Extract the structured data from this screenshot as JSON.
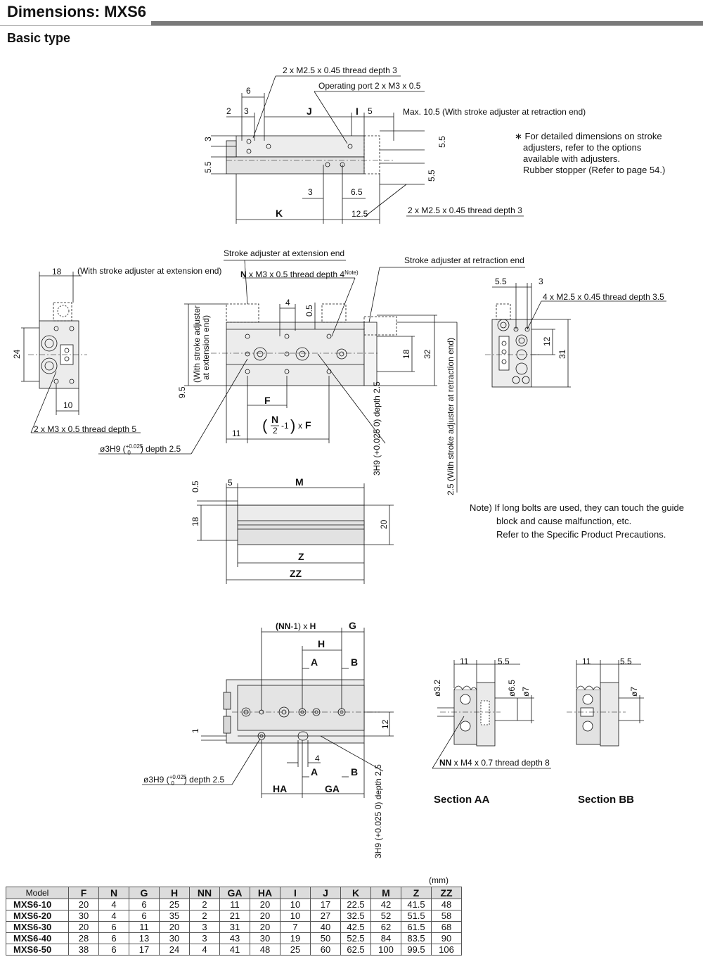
{
  "header": {
    "title": "Dimensions: MXS6",
    "subtitle": "Basic type"
  },
  "top_view": {
    "l_thread_top": "2 x M2.5 x 0.45 thread depth 3",
    "l_port": "Operating port 2 x M3 x 0.5",
    "l_6": "6",
    "l_2": "2",
    "l_3": "3",
    "l_J": "J",
    "l_I": "I",
    "l_5": "5",
    "l_max": "Max. 10.5 (With stroke adjuster at retraction end)",
    "l_3v": "3",
    "l_55a": "5.5",
    "l_55b": "5.5",
    "l_55c": "5.5",
    "l_3b": "3",
    "l_65": "6.5",
    "l_K": "K",
    "l_125": "12.5",
    "l_thread_bot": "2 x M2.5 x 0.45 thread depth 3"
  },
  "notes": {
    "adjuster_note_1": "∗ For detailed dimensions on stroke",
    "adjuster_note_2": "adjusters, refer to the options",
    "adjuster_note_3": "available with adjusters.",
    "adjuster_note_4": "Rubber stopper (Refer to page 54.)",
    "bolt_note_1": "Note) If long bolts are used, they can touch the guide",
    "bolt_note_2": "block and cause malfunction, etc.",
    "bolt_note_3": "Refer to the Specific Product Precautions."
  },
  "front_view": {
    "l_18": "18",
    "l_ext": "(With stroke adjuster at extension end)",
    "l_24": "24",
    "l_10": "10",
    "l_m3": "2 x M3 x 0.5 thread depth 5",
    "l_sa_ext": "Stroke adjuster at extension end",
    "l_sa_ret": "Stroke adjuster at retraction end",
    "l_n_pre": "N",
    "l_n_thread": " x M3 x 0.5 thread depth 4",
    "l_n_note": "Note)",
    "l_4": "4",
    "l_05": "0.5",
    "l_18v": "18",
    "l_32": "32",
    "l_95": "9.5",
    "l_ext_v1": "(With stroke adjuster",
    "l_ext_v2": "at extension end)",
    "l_F": "F",
    "l_11": "11",
    "l_NF_N": "N",
    "l_NF_2": "2",
    "l_NF_rest": "-1",
    "l_NF_x": "x",
    "l_NF_F": "F",
    "l_hole": "ø3H9 (",
    "l_hole_up": "+0.025",
    "l_hole_lo": "0",
    "l_hole_depth": ") depth 2.5",
    "l_3h9_v": "3H9 (+0.025 0) depth 2.5",
    "l_ret_v": "2.5 (With stroke adjuster at retraction end)"
  },
  "side_view": {
    "l_55": "5.5",
    "l_3": "3",
    "l_thread": "4 x M2.5 x 0.45 thread depth 3.5",
    "l_12": "12",
    "l_31": "31"
  },
  "bottom_side": {
    "l_05": "0.5",
    "l_5": "5",
    "l_M": "M",
    "l_18": "18",
    "l_20": "20",
    "l_Z": "Z",
    "l_ZZ": "ZZ"
  },
  "bottom_view": {
    "l_NNH_a": "(NN",
    "l_NNH_b": "-1) x ",
    "l_NNH_c": "H",
    "l_G": "G",
    "l_H": "H",
    "l_A": "A",
    "l_B": "B",
    "l_12": "12",
    "l_1": "1",
    "l_4": "4",
    "l_hole": "ø3H9 (",
    "l_hole_up": "+0.025",
    "l_hole_lo": "0",
    "l_hole_depth": ") depth 2.5",
    "l_HA": "HA",
    "l_GA": "GA",
    "l_3h9_v": "3H9 (+0.025 0) depth 2.5"
  },
  "sections": {
    "aa_11": "11",
    "aa_55": "5.5",
    "aa_32": "ø3.2",
    "aa_65": "ø6.5",
    "aa_7": "ø7",
    "aa_nn_a": "NN",
    "aa_nn_b": " x M4 x 0.7 thread depth 8",
    "bb_11": "11",
    "bb_55": "5.5",
    "bb_7": "ø7",
    "title_aa": "Section AA",
    "title_bb": "Section BB"
  },
  "table": {
    "unit": "(mm)",
    "columns": [
      "Model",
      "F",
      "N",
      "G",
      "H",
      "NN",
      "GA",
      "HA",
      "I",
      "J",
      "K",
      "M",
      "Z",
      "ZZ"
    ],
    "rows": [
      [
        "MXS6-10",
        "20",
        "4",
        "6",
        "25",
        "2",
        "11",
        "20",
        "10",
        "17",
        "22.5",
        "42",
        "41.5",
        "48"
      ],
      [
        "MXS6-20",
        "30",
        "4",
        "6",
        "35",
        "2",
        "21",
        "20",
        "10",
        "27",
        "32.5",
        "52",
        "51.5",
        "58"
      ],
      [
        "MXS6-30",
        "20",
        "6",
        "11",
        "20",
        "3",
        "31",
        "20",
        "7",
        "40",
        "42.5",
        "62",
        "61.5",
        "68"
      ],
      [
        "MXS6-40",
        "28",
        "6",
        "13",
        "30",
        "3",
        "43",
        "30",
        "19",
        "50",
        "52.5",
        "84",
        "83.5",
        "90"
      ],
      [
        "MXS6-50",
        "38",
        "6",
        "17",
        "24",
        "4",
        "41",
        "48",
        "25",
        "60",
        "62.5",
        "100",
        "99.5",
        "106"
      ]
    ]
  }
}
